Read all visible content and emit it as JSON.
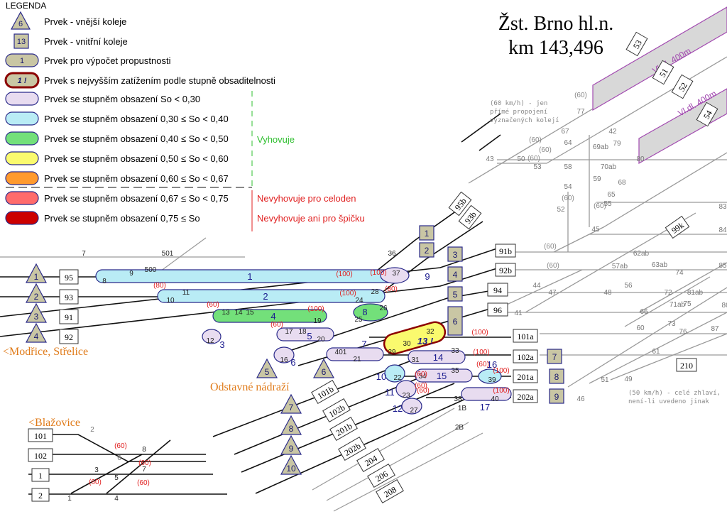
{
  "legend": {
    "title": "LEGENDA",
    "items": [
      {
        "symbol": "6",
        "text": "Prvek - vnější koleje"
      },
      {
        "symbol": "13",
        "text": "Prvek - vnitřní koleje"
      },
      {
        "symbol": "1",
        "text": "Prvek pro výpočet propustnosti"
      },
      {
        "symbol": "1 !",
        "text": "Prvek s nejvyšším zatížením podle stupně obsaditelnosti"
      },
      {
        "symbol": "",
        "text": "Prvek se stupněm obsazení So < 0,30",
        "color": "#e8dcf0"
      },
      {
        "symbol": "",
        "text": "Prvek se stupněm obsazení 0,30 ≤ So < 0,40",
        "color": "#b9ecf5"
      },
      {
        "symbol": "",
        "text": "Prvek se stupněm obsazení 0,40 ≤ So < 0,50",
        "color": "#73e07a"
      },
      {
        "symbol": "",
        "text": "Prvek se stupněm obsazení 0,50 ≤ So < 0,60",
        "color": "#fafa6e"
      },
      {
        "symbol": "",
        "text": "Prvek se stupněm obsazení 0,60 ≤ So < 0,67",
        "color": "#ff9a2e"
      },
      {
        "symbol": "",
        "text": "Prvek se stupněm obsazení 0,67 ≤ So < 0,75",
        "color": "#ff6b6b"
      },
      {
        "symbol": "",
        "text": "Prvek se stupněm obsazení 0,75 ≤ So",
        "color": "#cc0000"
      }
    ],
    "status_ok": "Vyhovuje",
    "status_fail_day": "Nevyhovuje pro celoden",
    "status_fail_peak": "Nevyhovuje ani pro špičku"
  },
  "header": {
    "station": "Žst. Brno hl.n.",
    "km": "km 143,496"
  },
  "directions": {
    "modrice": "<Modřice, Střelice",
    "odstavne": "Odstavné nádraží",
    "blazovice": "<Blažovice"
  },
  "left_tracks": [
    "95",
    "93",
    "91",
    "92"
  ],
  "outer_tri": [
    "1",
    "2",
    "3",
    "4",
    "5",
    "6",
    "7",
    "8",
    "9",
    "10"
  ],
  "inner_sq_left": [
    "1",
    "2",
    "3",
    "4",
    "5",
    "6"
  ],
  "inner_sq_right": [
    "7",
    "8",
    "9"
  ],
  "track_boxes": [
    "95b",
    "93b",
    "91b",
    "92b",
    "94",
    "96",
    "101a",
    "102a",
    "201a",
    "202a",
    "210",
    "99k",
    "53",
    "51",
    "52",
    "54"
  ],
  "lower_boxes": [
    "101b",
    "102b",
    "201b",
    "202b",
    "204",
    "206",
    "208",
    "101",
    "102",
    "1",
    "2"
  ],
  "platform_labels": [
    "Vl.dl. 400m",
    "Vl.dl. 400m"
  ],
  "notes": {
    "speed_top": "(60 km/h) - jen přímé propojení vyznačených kolejí",
    "speed_bottom": "(50 km/h) - celé zhlaví, není-li uvedeno jinak"
  },
  "elements": [
    "1",
    "2",
    "3",
    "4",
    "5",
    "6",
    "7",
    "8",
    "9",
    "10",
    "11",
    "12",
    "13 !",
    "14",
    "15",
    "16",
    "17"
  ],
  "switch_numbers": [
    "7",
    "501",
    "500",
    "9",
    "8",
    "11",
    "10",
    "13",
    "14",
    "15",
    "19",
    "12",
    "17",
    "18",
    "20",
    "16",
    "401",
    "21",
    "36",
    "37",
    "28",
    "24",
    "26",
    "25",
    "29",
    "30",
    "32",
    "22",
    "31",
    "33",
    "34",
    "35",
    "39",
    "23",
    "27",
    "38",
    "40",
    "1B",
    "2B",
    "43",
    "50",
    "53",
    "67",
    "64",
    "58",
    "54",
    "55",
    "59",
    "52",
    "45",
    "42",
    "69ab",
    "79",
    "70ab",
    "68",
    "80",
    "65",
    "47",
    "41",
    "44",
    "48",
    "56",
    "57ab",
    "62ab",
    "63ab",
    "74",
    "85",
    "83",
    "84",
    "72",
    "71ab",
    "81ab",
    "75",
    "86",
    "66",
    "60",
    "73",
    "76",
    "87",
    "61",
    "51",
    "49",
    "46",
    "77",
    "2",
    "6",
    "8",
    "3",
    "5",
    "7",
    "1",
    "4"
  ],
  "speeds": [
    "(100)",
    "(80)",
    "(60)"
  ]
}
